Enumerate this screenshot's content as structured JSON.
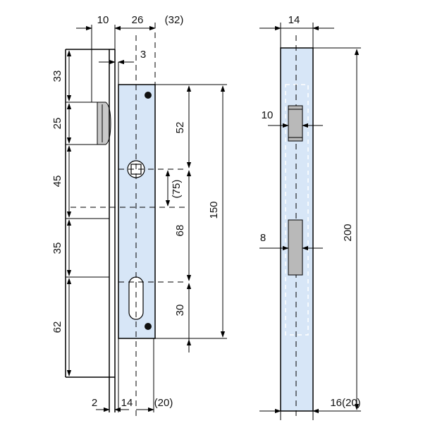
{
  "front_view": {
    "top": {
      "body_width": "10",
      "backset": "26",
      "backset_alt": "(32)",
      "plate_offset": "3"
    },
    "left_column": [
      "33",
      "25",
      "45",
      "35",
      "62"
    ],
    "right_column": {
      "to_spindle": "52",
      "spindle_to_cylinder": "68",
      "cylinder_lower": "30",
      "centres": "(75)",
      "body_height": "150"
    },
    "bottom": {
      "plate_thickness": "2",
      "plate_width": "14",
      "plate_width_alt": "(20)"
    }
  },
  "side_view": {
    "top_width": "14",
    "latch_slot": "10",
    "bolt_slot": "8",
    "faceplate_length": "200",
    "bottom_width": "16(20)"
  },
  "colors": {
    "plate_fill": "#d7e6f7",
    "slot_fill": "#b9b9b9",
    "line": "#000000"
  }
}
